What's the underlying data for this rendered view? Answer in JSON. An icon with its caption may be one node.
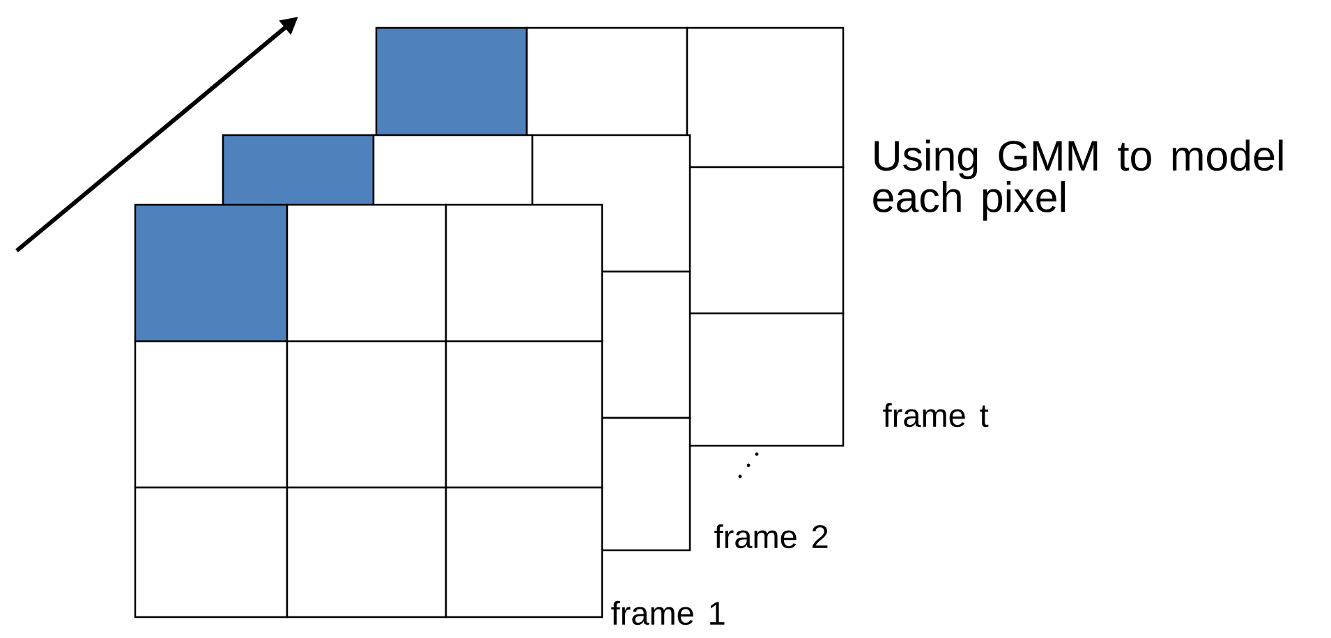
{
  "diagram": {
    "labels": [
      "Using GMM to model each pixel",
      "frame t",
      "frame 2",
      "frame 1"
    ]
  }
}
